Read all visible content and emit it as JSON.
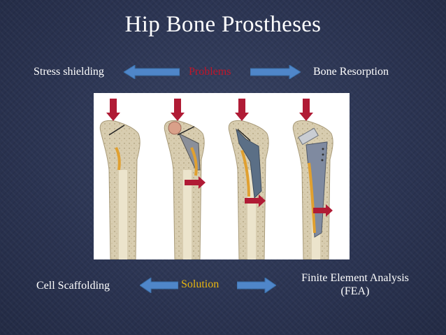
{
  "slide": {
    "title": "Hip Bone Prostheses",
    "problems": {
      "center": "Problems",
      "left": "Stress shielding",
      "right": "Bone Resorption"
    },
    "solution": {
      "center": "Solution",
      "left": "Cell Scaffolding",
      "right_line1": "Finite Element Analysis",
      "right_line2": "(FEA)"
    },
    "colors": {
      "background": "#2c3553",
      "arrow_blue": "#4f86c9",
      "problems_red": "#c0152a",
      "solution_gold": "#e8b60f",
      "force_arrow": "#b01b35"
    },
    "figure_icon": "femur-prosthesis-illustration"
  }
}
